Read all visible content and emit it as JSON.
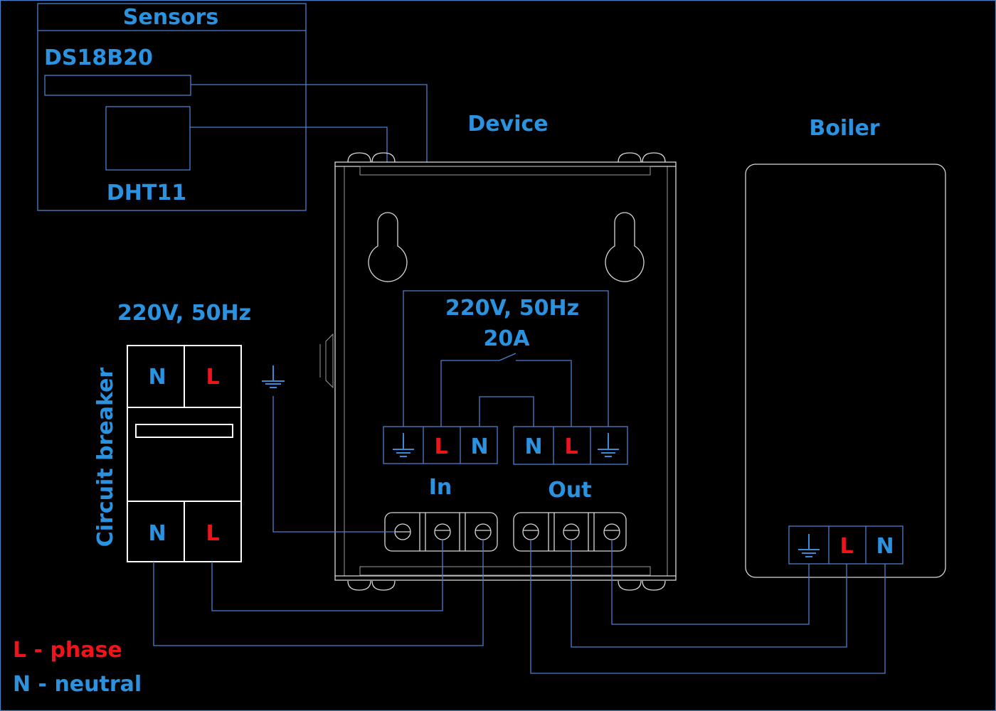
{
  "diagram": {
    "sensors": {
      "title": "Sensors",
      "ds18b20_label": "DS18B20",
      "dht11_label": "DHT11"
    },
    "device": {
      "title": "Device",
      "relay_rating_line1": "220V, 50Hz",
      "relay_rating_line2": "20A",
      "in_label": "In",
      "out_label": "Out",
      "in_terminals": [
        "ground",
        "L",
        "N"
      ],
      "out_terminals": [
        "N",
        "L",
        "ground"
      ]
    },
    "boiler": {
      "title": "Boiler",
      "terminals": [
        "ground",
        "L",
        "N"
      ]
    },
    "circuit_breaker": {
      "title": "Circuit breaker",
      "supply_label": "220V, 50Hz",
      "top_terminals": [
        "N",
        "L"
      ],
      "bottom_terminals": [
        "N",
        "L"
      ]
    },
    "legend": {
      "phase": "L - phase",
      "neutral": "N - neutral"
    },
    "colors": {
      "label_blue": "#2b92e0",
      "phase_red": "#f0141a",
      "wire_blue": "#4a7fcc",
      "hardware_gray": "#d8d8d8",
      "background": "#000000"
    }
  }
}
